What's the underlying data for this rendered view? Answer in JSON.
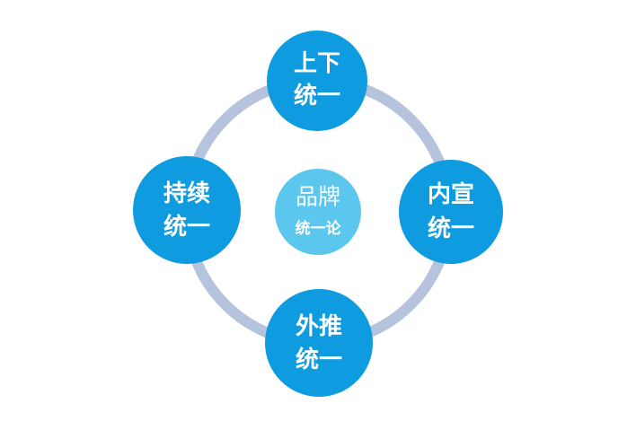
{
  "diagram": {
    "colors": {
      "ring": "#b6c3dc",
      "node": "#0e9be0",
      "center": "#5bc6ee",
      "text": "#ffffff"
    },
    "center": {
      "line1": "品牌",
      "line2": "统一论"
    },
    "nodes": [
      {
        "id": "top",
        "line1": "上下",
        "line2": "统一"
      },
      {
        "id": "right",
        "line1": "内宣",
        "line2": "统一"
      },
      {
        "id": "bottom",
        "line1": "外推",
        "line2": "统一"
      },
      {
        "id": "left",
        "line1": "持续",
        "line2": "统一"
      }
    ]
  }
}
